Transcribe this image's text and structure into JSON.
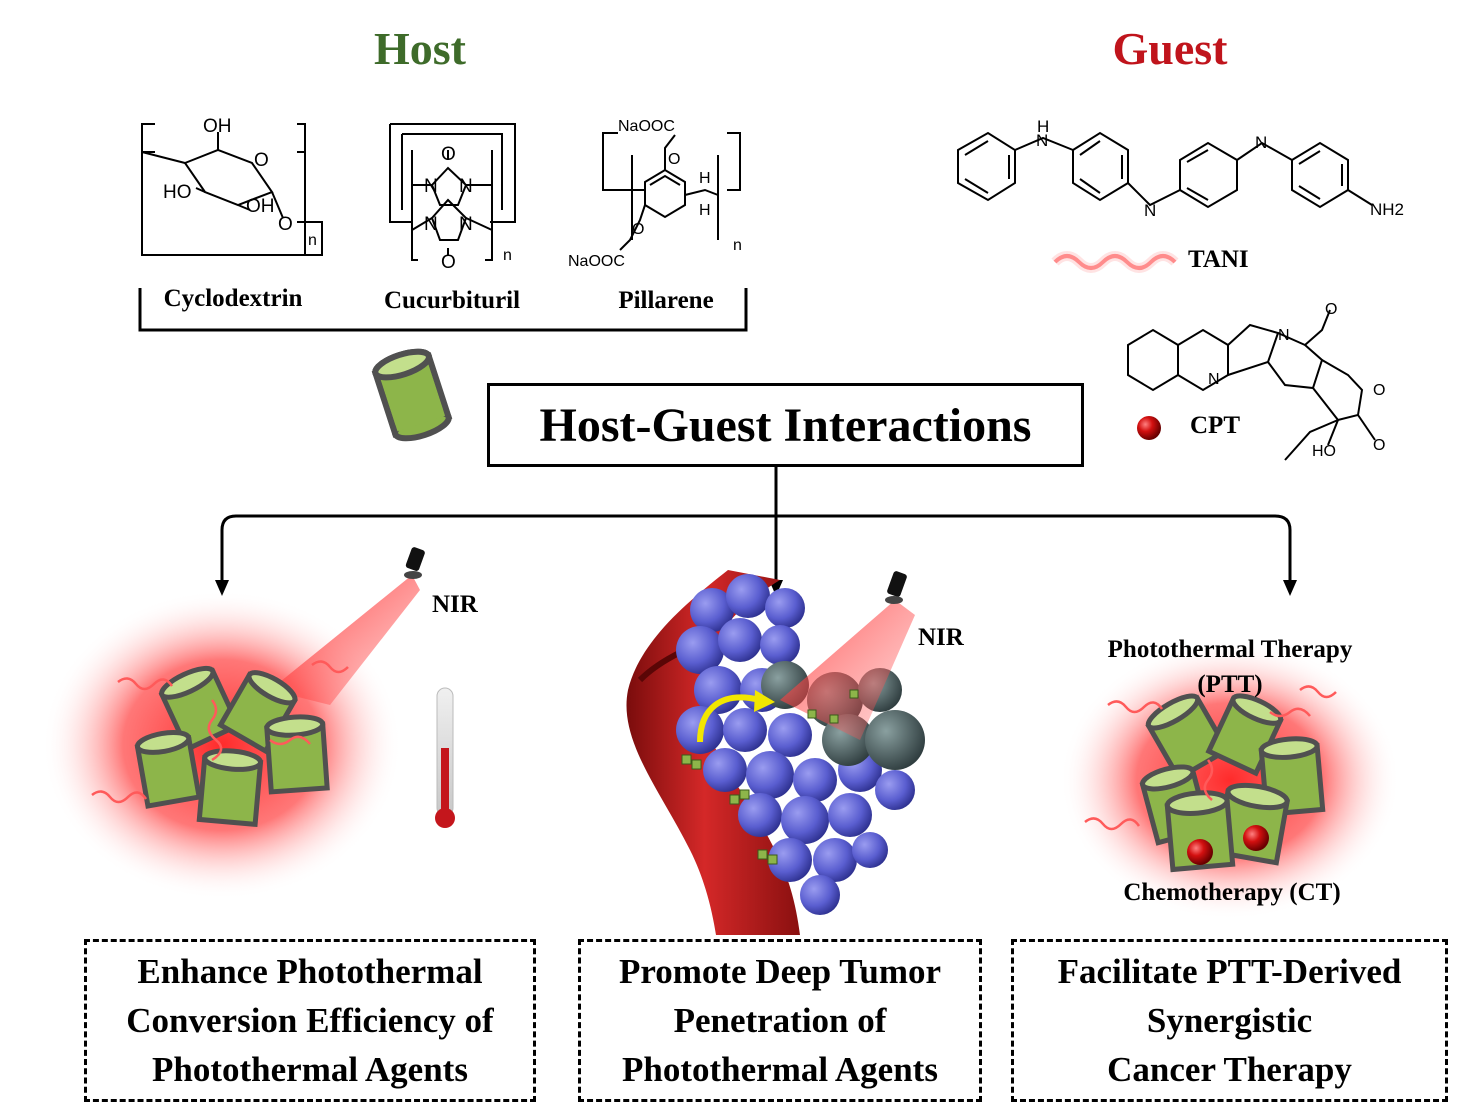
{
  "host": {
    "title": "Host",
    "title_color": "#3e6b2a",
    "items": [
      "Cyclodextrin",
      "Cucurbituril",
      "Pillarene"
    ]
  },
  "guest": {
    "title": "Guest",
    "title_color": "#c0141c",
    "items": [
      {
        "label": "TANI",
        "icon": "red-wave-icon"
      },
      {
        "label": "CPT",
        "icon": "red-sphere-icon"
      }
    ]
  },
  "chem": {
    "oh": "OH",
    "ho": "HO",
    "o": "O",
    "n": "n",
    "N": "N",
    "H": "H",
    "naooc": "NaOOC",
    "nh2": "NH2"
  },
  "center": {
    "title": "Host-Guest Interactions"
  },
  "scenes": {
    "nir": "NIR",
    "ptt": "Photothermal Therapy",
    "ptt_abbr": "(PTT)",
    "ct": "Chemotherapy (CT)"
  },
  "boxes": [
    {
      "lines": [
        "Enhance Photothermal",
        "Conversion Efficiency of",
        "Photothermal Agents"
      ]
    },
    {
      "lines": [
        "Promote Deep Tumor",
        "Penetration of",
        "Photothermal Agents"
      ]
    },
    {
      "lines": [
        "Facilitate PTT-Derived",
        "Synergistic",
        "Cancer Therapy"
      ]
    }
  ],
  "colors": {
    "cylinder": "#8db54a",
    "outline": "#505050",
    "glow": "#ff2a2a",
    "vessel": "#b01818",
    "tumor": "#5b5fc7",
    "arrow": "#f2e600"
  }
}
